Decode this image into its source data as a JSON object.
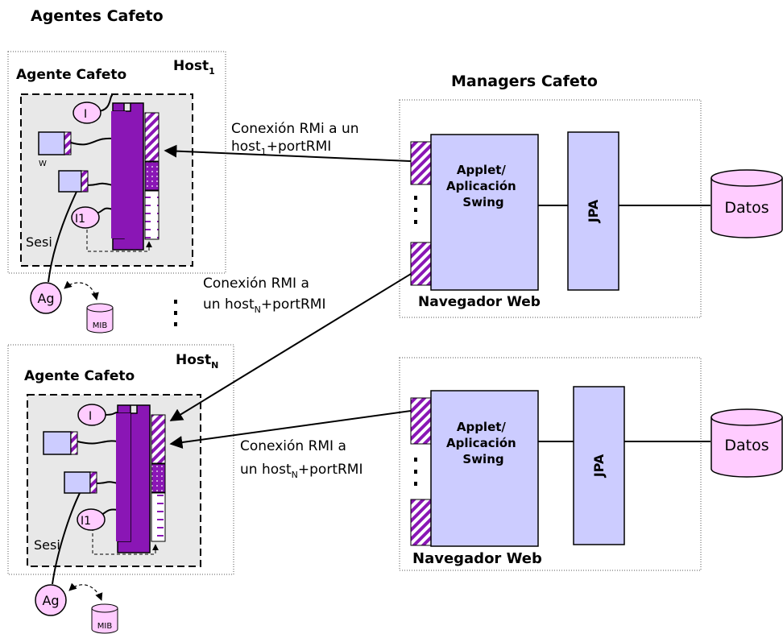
{
  "title": "Agentes Cafeto",
  "managers_title": "Managers Cafeto",
  "host1": {
    "label": "Host",
    "sub": "1",
    "agent_label": "Agente Cafeto",
    "sesi": "Sesi",
    "ag": "Ag",
    "mib": "MIB",
    "i1": "I1"
  },
  "hostN": {
    "label": "Host",
    "sub": "N",
    "agent_label": "Agente Cafeto",
    "sesi": "Sesi",
    "ag": "Ag",
    "mib": "MIB",
    "i1": "I1"
  },
  "conn1": {
    "line1": "Conexión RMi a un",
    "line2_pre": "host",
    "line2_sub": "1",
    "line2_post": "+portRMI"
  },
  "conn2": {
    "line1": "Conexión RMI a",
    "line2_pre": "un host",
    "line2_sub": "N",
    "line2_post": "+portRMI"
  },
  "conn3": {
    "line1": "Conexión RMI a",
    "line2_pre": "un host",
    "line2_sub": "N",
    "line2_post": "+portRMI"
  },
  "manager1": {
    "applet": [
      "Applet/",
      "Aplicación",
      "Swing"
    ],
    "jpa": "JPA",
    "browser": "Navegador Web",
    "db": "Datos"
  },
  "manager2": {
    "applet": [
      "Applet/",
      "Aplicación",
      "Swing"
    ],
    "jpa": "JPA",
    "browser": "Navegador Web",
    "db": "Datos"
  },
  "colors": {
    "purple": "#8a16b5",
    "light_purple": "#ccccff",
    "pink": "#ffccff",
    "grey_panel": "#e8e8e8"
  }
}
